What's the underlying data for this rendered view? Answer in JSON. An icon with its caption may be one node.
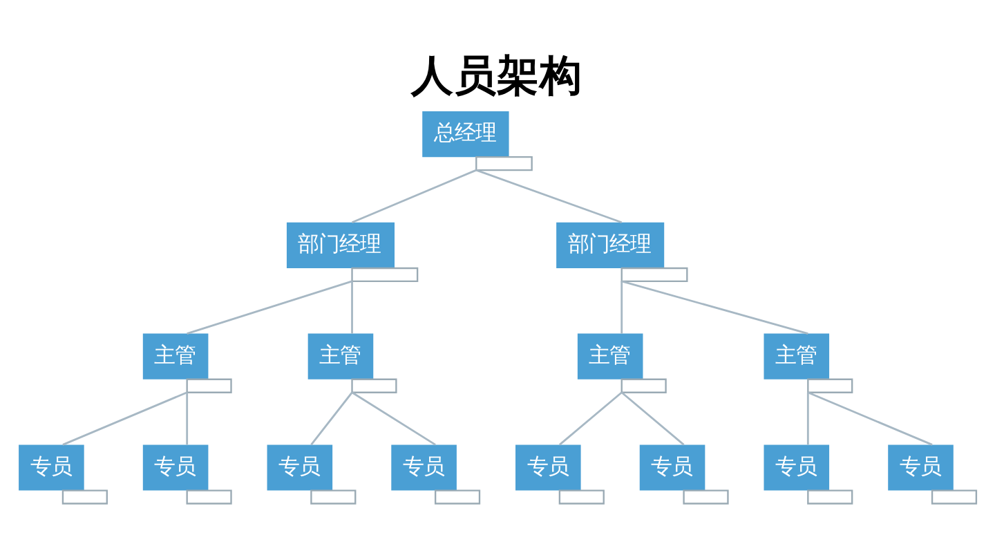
{
  "diagram": {
    "title": "人员架构",
    "nodes": [
      {
        "text": [
          "总经理"
        ]
      },
      {
        "text": [
          "部门经理"
        ]
      },
      {
        "text": [
          "部门经理"
        ]
      },
      {
        "text": [
          "主管"
        ]
      },
      {
        "text": [
          "主管"
        ]
      },
      {
        "text": [
          "主管"
        ]
      },
      {
        "text": [
          "主管"
        ]
      },
      {
        "text": [
          "专员"
        ]
      },
      {
        "text": [
          "专员"
        ]
      },
      {
        "text": [
          "专员"
        ]
      },
      {
        "text": [
          "专员"
        ]
      },
      {
        "text": [
          "专员"
        ]
      },
      {
        "text": [
          "专员"
        ]
      },
      {
        "text": [
          "专员"
        ]
      },
      {
        "text": [
          "专员"
        ]
      }
    ],
    "edges": [
      {
        "from": 0,
        "to": 1,
        "arrow": "none"
      },
      {
        "from": 0,
        "to": 2,
        "arrow": "none"
      },
      {
        "from": 1,
        "to": 3,
        "arrow": "none"
      },
      {
        "from": 1,
        "to": 4,
        "arrow": "none"
      },
      {
        "from": 2,
        "to": 5,
        "arrow": "none"
      },
      {
        "from": 2,
        "to": 6,
        "arrow": "none"
      },
      {
        "from": 3,
        "to": 7,
        "arrow": "none"
      },
      {
        "from": 3,
        "to": 8,
        "arrow": "none"
      },
      {
        "from": 4,
        "to": 9,
        "arrow": "none"
      },
      {
        "from": 4,
        "to": 10,
        "arrow": "none"
      },
      {
        "from": 5,
        "to": 11,
        "arrow": "none"
      },
      {
        "from": 5,
        "to": 12,
        "arrow": "none"
      },
      {
        "from": 6,
        "to": 13,
        "arrow": "none"
      },
      {
        "from": 6,
        "to": 14,
        "arrow": "none"
      }
    ]
  }
}
